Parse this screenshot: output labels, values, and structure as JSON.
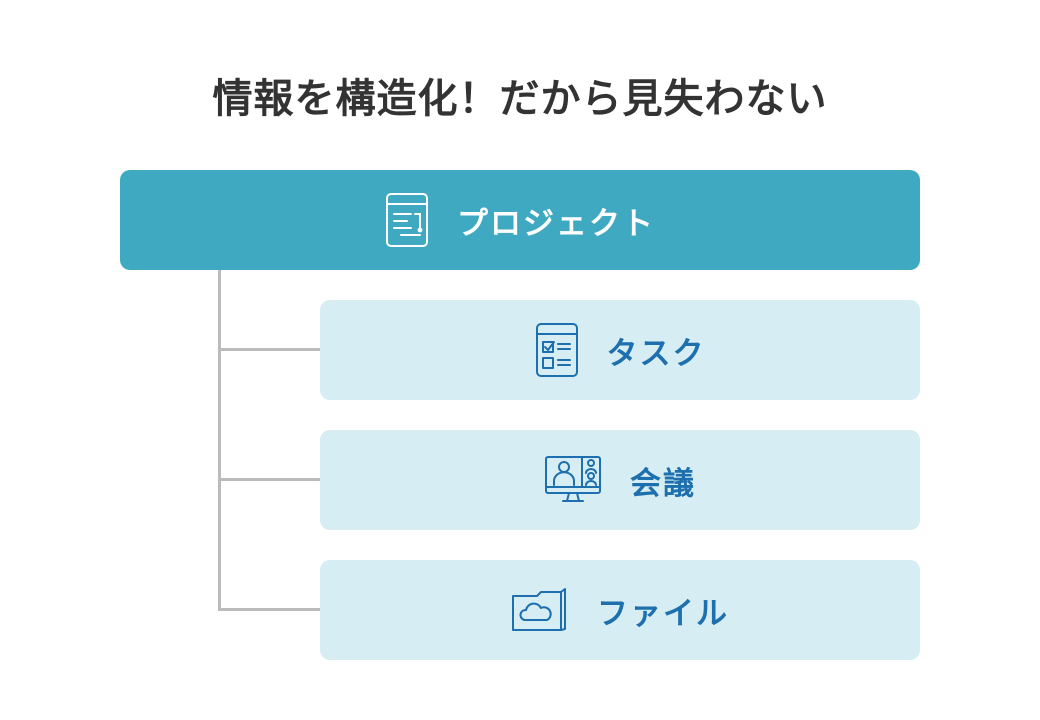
{
  "title": "情報を構造化！だから見失わない",
  "colors": {
    "root_fill": "#3fa9c2",
    "child_fill": "#d6edf3",
    "child_text": "#1d6fae",
    "title_text": "#333333",
    "connector": "#bbbbbb"
  },
  "root": {
    "label": "プロジェクト",
    "icon": "document-list-icon"
  },
  "children": [
    {
      "label": "タスク",
      "icon": "checklist-icon"
    },
    {
      "label": "会議",
      "icon": "video-meeting-icon"
    },
    {
      "label": "ファイル",
      "icon": "cloud-folder-icon"
    }
  ]
}
